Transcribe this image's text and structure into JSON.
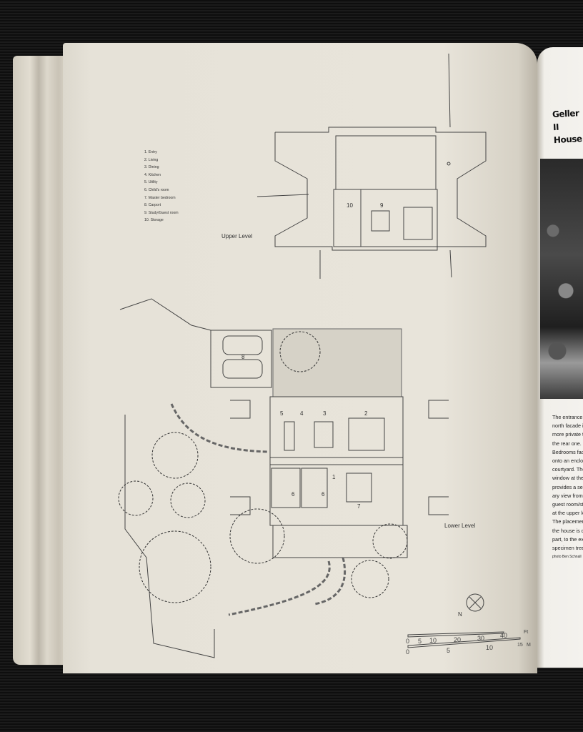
{
  "book": {
    "title_line1": "Geller II",
    "title_line2": "House",
    "caption_lines": [
      "The entrance or",
      "north facade is",
      "more private tha",
      "the rear one.",
      "Bedrooms face",
      "onto an enclose",
      "courtyard. The",
      "window at the to",
      "provides a secon",
      "ary view from th",
      "guest room/stud",
      "at the upper leve",
      "The placement c",
      "the house is due",
      "part, to the exis",
      "specimen trees."
    ],
    "photo_credit": "photo Ben Schnall"
  },
  "legend": [
    "1. Entry",
    "2. Living",
    "3. Dining",
    "4. Kitchen",
    "5. Utility",
    "6. Child's room",
    "7. Master bedroom",
    "8. Carport",
    "9. Study/Guest room",
    "10. Storage"
  ],
  "plans": {
    "upper_label": "Upper Level",
    "lower_label": "Lower Level",
    "upper_rooms": [
      "10",
      "9"
    ],
    "lower_rooms": [
      "8",
      "5",
      "4",
      "3",
      "2",
      "1",
      "6",
      "6",
      "7"
    ],
    "north": "N"
  },
  "scale": {
    "ft_ticks": [
      "0",
      "5",
      "10",
      "20",
      "30",
      "40"
    ],
    "ft_unit": "Ft",
    "m_ticks": [
      "0",
      "5",
      "10",
      "15"
    ],
    "m_unit": "M"
  }
}
